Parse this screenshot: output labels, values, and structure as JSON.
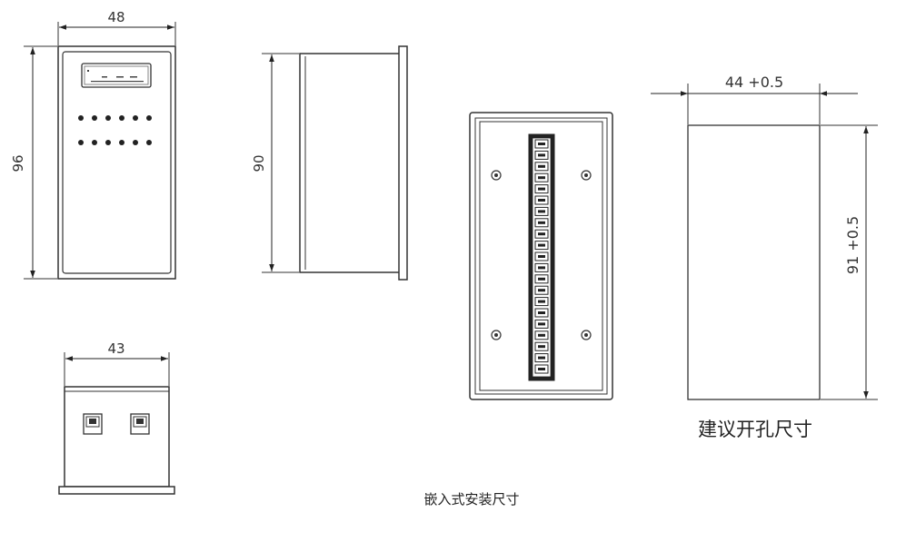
{
  "dims": {
    "front_width": "48",
    "front_height": "96",
    "side_depth": "90",
    "bottom_width": "43",
    "cutout_width": "44 +0.5",
    "cutout_height": "91 +0.5"
  },
  "captions": {
    "cutout": "建议开孔尺寸",
    "main": "嵌入式安装尺寸"
  },
  "colors": {
    "line": "#333333",
    "fill_dark": "#222222",
    "face": "#ffffff"
  }
}
